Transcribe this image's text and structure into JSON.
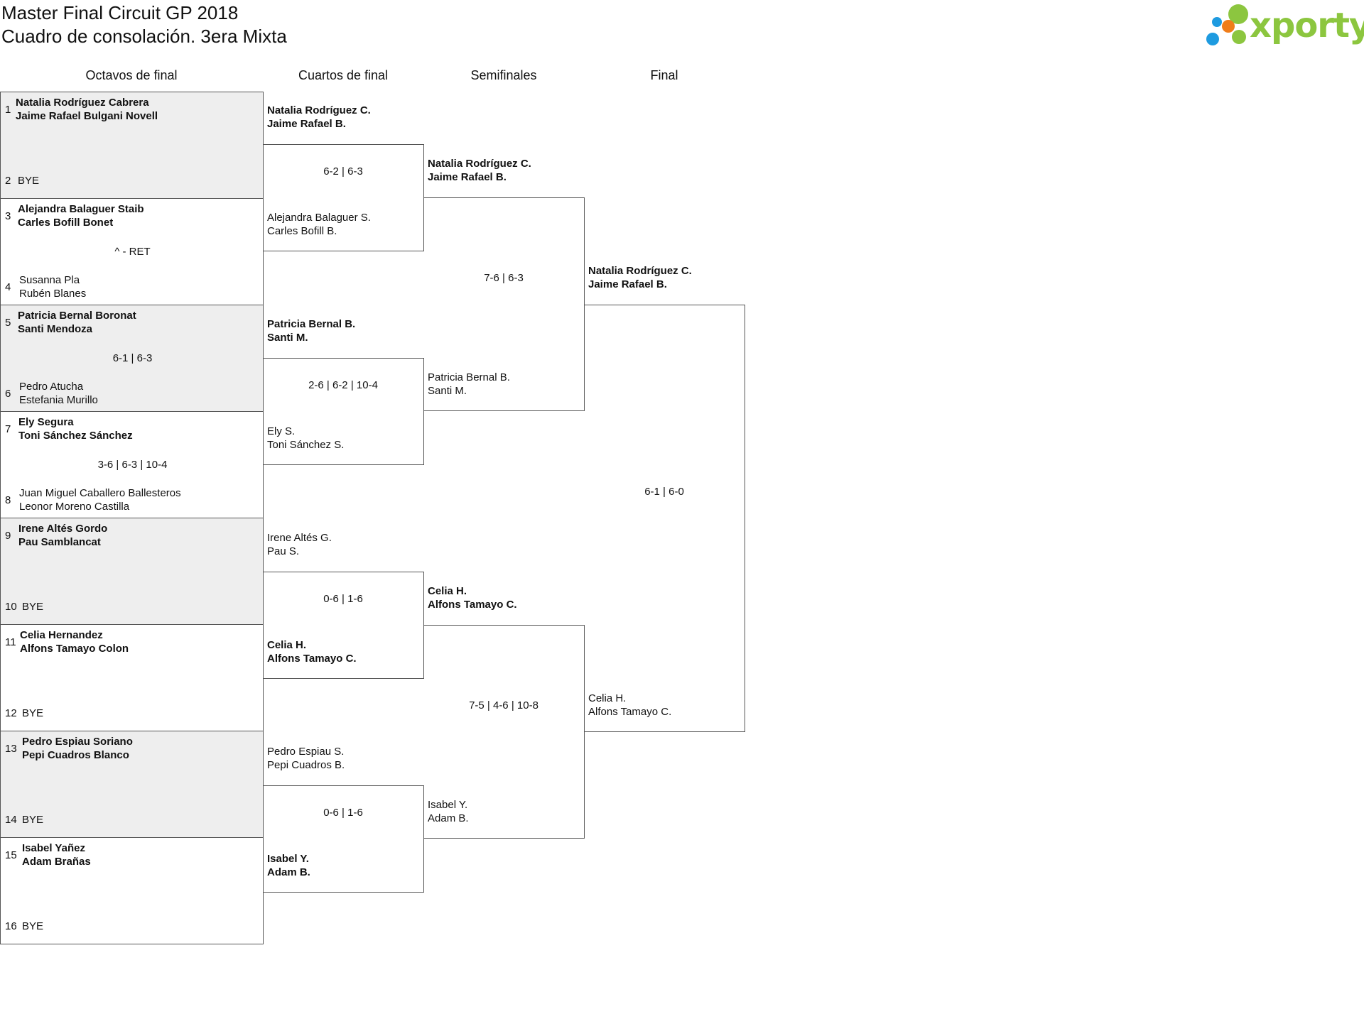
{
  "header": {
    "title_line1": "Master Final Circuit GP 2018",
    "title_line2": "Cuadro de consolación. 3era Mixta",
    "logo_text": "xporty"
  },
  "brand": {
    "logo_green": "#8cc63f",
    "dot_orange": "#f07d1a",
    "dot_blue": "#1e9be0"
  },
  "rounds": {
    "r1": "Octavos de final",
    "r2": "Cuartos de final",
    "r3": "Semifinales",
    "r4": "Final"
  },
  "r16": [
    {
      "seed1": "1",
      "p1a": "Natalia Rodríguez Cabrera",
      "p1b": "Jaime Rafael Bulgani Novell",
      "seed2": "2",
      "p2a": "BYE",
      "p2b": "",
      "score": ""
    },
    {
      "seed1": "3",
      "p1a": "Alejandra Balaguer Staib",
      "p1b": "Carles Bofill Bonet",
      "seed2": "4",
      "p2a": "Susanna Pla",
      "p2b": "Rubén Blanes",
      "score": "^ - RET"
    },
    {
      "seed1": "5",
      "p1a": "Patricia Bernal Boronat",
      "p1b": "Santi Mendoza",
      "seed2": "6",
      "p2a": "Pedro Atucha",
      "p2b": "Estefania Murillo",
      "score": "6-1 | 6-3"
    },
    {
      "seed1": "7",
      "p1a": "Ely Segura",
      "p1b": "Toni Sánchez Sánchez",
      "seed2": "8",
      "p2a": "Juan Miguel Caballero Ballesteros",
      "p2b": "Leonor Moreno Castilla",
      "score": "3-6 | 6-3 | 10-4"
    },
    {
      "seed1": "9",
      "p1a": "Irene Altés Gordo",
      "p1b": "Pau Samblancat",
      "seed2": "10",
      "p2a": "BYE",
      "p2b": "",
      "score": ""
    },
    {
      "seed1": "11",
      "p1a": "Celia Hernandez",
      "p1b": "Alfons Tamayo Colon",
      "seed2": "12",
      "p2a": "BYE",
      "p2b": "",
      "score": ""
    },
    {
      "seed1": "13",
      "p1a": "Pedro Espiau Soriano",
      "p1b": "Pepi Cuadros Blanco",
      "seed2": "14",
      "p2a": "BYE",
      "p2b": "",
      "score": ""
    },
    {
      "seed1": "15",
      "p1a": "Isabel Yañez",
      "p1b": "Adam Brañas",
      "seed2": "16",
      "p2a": "BYE",
      "p2b": "",
      "score": ""
    }
  ],
  "qf": [
    {
      "t1a": "Natalia Rodríguez C.",
      "t1b": "Jaime Rafael B.",
      "t2a": "Alejandra Balaguer S.",
      "t2b": "Carles Bofill B.",
      "score": "6-2 | 6-3"
    },
    {
      "t1a": "Patricia Bernal B.",
      "t1b": "Santi M.",
      "t2a": "Ely S.",
      "t2b": "Toni Sánchez S.",
      "score": "2-6 | 6-2 | 10-4"
    },
    {
      "t1a": "Irene Altés G.",
      "t1b": "Pau S.",
      "t2a": "Celia H.",
      "t2b": "Alfons Tamayo C.",
      "score": "0-6 | 1-6"
    },
    {
      "t1a": "Pedro Espiau S.",
      "t1b": "Pepi Cuadros B.",
      "t2a": "Isabel Y.",
      "t2b": "Adam B.",
      "score": "0-6 | 1-6"
    }
  ],
  "sf": [
    {
      "t1a": "Natalia Rodríguez C.",
      "t1b": "Jaime Rafael B.",
      "t2a": "Patricia Bernal B.",
      "t2b": "Santi M.",
      "score": "7-6 | 6-3"
    },
    {
      "t1a": "Celia H.",
      "t1b": "Alfons Tamayo C.",
      "t2a": "Isabel Y.",
      "t2b": "Adam B.",
      "score": "7-5 | 4-6 | 10-8"
    }
  ],
  "final": {
    "t1a": "Natalia Rodríguez C.",
    "t1b": "Jaime Rafael B.",
    "t2a": "Celia H.",
    "t2b": "Alfons Tamayo C.",
    "score": "6-1 | 6-0"
  }
}
